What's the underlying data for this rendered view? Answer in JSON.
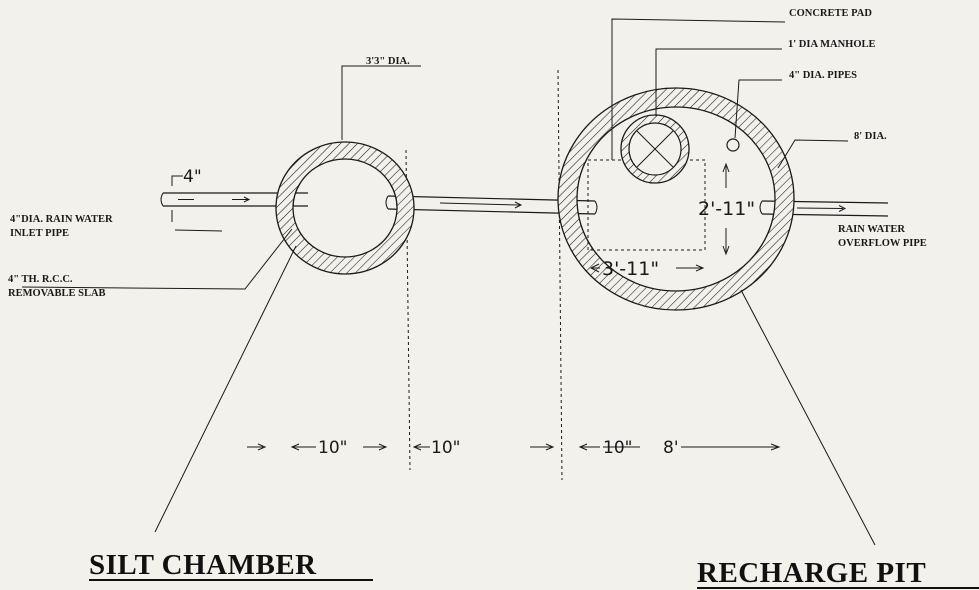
{
  "labels": {
    "concrete_pad": "CONCRETE PAD",
    "manhole": "1' DIA MANHOLE",
    "pipes": "4\" DIA. PIPES",
    "pit_dia": "8' DIA.",
    "chamber_dia": "3'3\" DIA.",
    "pipe_size": "4\"",
    "inlet_line1": "4\"DIA. RAIN WATER",
    "inlet_line2": "INLET PIPE",
    "slab_line1": "4\" TH. R.C.C.",
    "slab_line2": "REMOVABLE SLAB",
    "overflow_line1": "RAIN WATER",
    "overflow_line2": "OVERFLOW PIPE",
    "pad_height": "2'-11\"",
    "pad_width": "3'-11\""
  },
  "dimensions": {
    "d1": "10\"",
    "d2": "10\"",
    "d3": "10\"",
    "d4": "8'"
  },
  "titles": {
    "silt": "SILT CHAMBER",
    "recharge": "RECHARGE PIT"
  }
}
